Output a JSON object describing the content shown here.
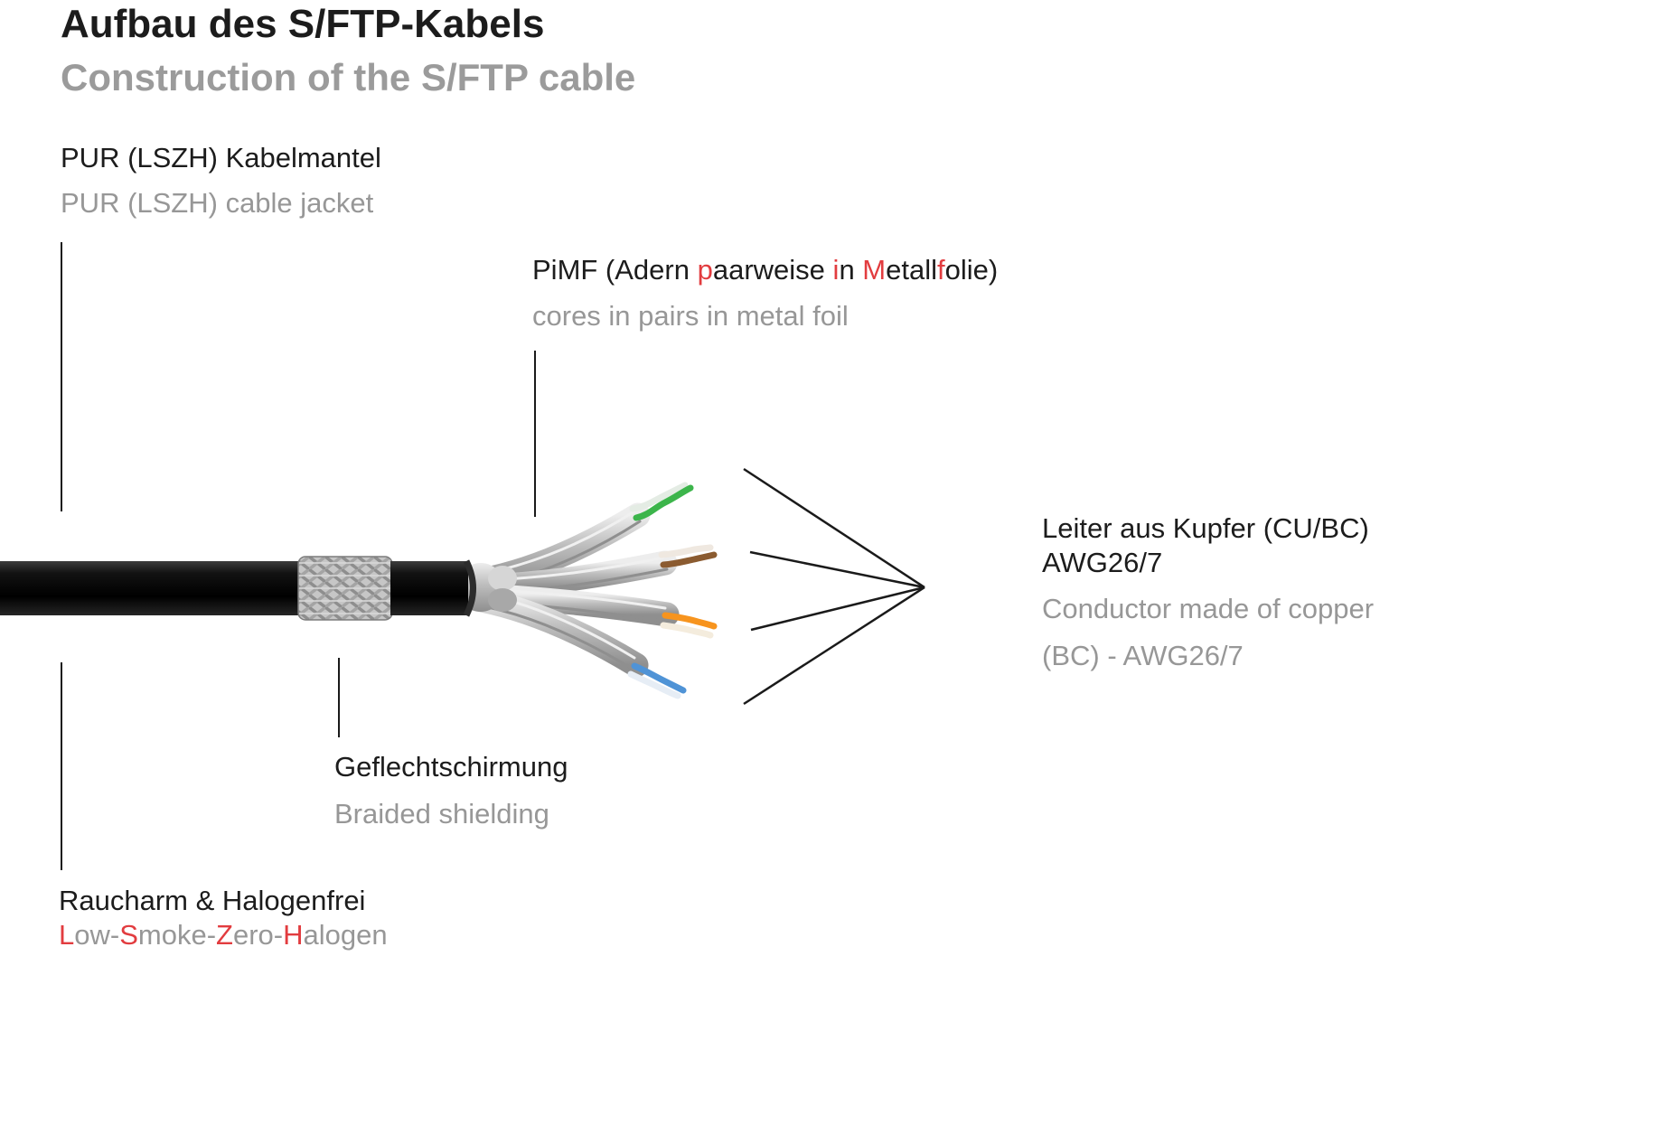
{
  "title_de": "Aufbau des S/FTP-Kabels",
  "title_en": "Construction of the S/FTP cable",
  "labels": {
    "jacket": {
      "de": "PUR (LSZH) Kabelmantel",
      "en": "PUR (LSZH) cable jacket"
    },
    "pimf": {
      "de_segments": [
        {
          "t": "PiMF (Adern "
        },
        {
          "t": "p",
          "red": true
        },
        {
          "t": "aarweise "
        },
        {
          "t": "i",
          "red": true
        },
        {
          "t": "n "
        },
        {
          "t": "M",
          "red": true
        },
        {
          "t": "etall"
        },
        {
          "t": "f",
          "red": true
        },
        {
          "t": "olie)"
        }
      ],
      "en": "cores in pairs in metal foil"
    },
    "conductor": {
      "de_line1": "Leiter aus Kupfer (CU/BC)",
      "de_line2": "AWG26/7",
      "en_line1": "Conductor made of copper",
      "en_line2": "(BC) - AWG26/7"
    },
    "braid": {
      "de": "Geflechtschirmung",
      "en": "Braided shielding"
    },
    "smoke": {
      "de": "Raucharm & Halogenfrei",
      "en_segments": [
        {
          "t": "L",
          "red": true
        },
        {
          "t": "ow-"
        },
        {
          "t": "S",
          "red": true
        },
        {
          "t": "moke-"
        },
        {
          "t": "Z",
          "red": true
        },
        {
          "t": "ero-"
        },
        {
          "t": "H",
          "red": true
        },
        {
          "t": "alogen"
        }
      ]
    }
  },
  "colors": {
    "accent_red": "#e23c3f",
    "text_black": "#1c1c1c",
    "text_gray": "#979797",
    "line_black": "#1a1a1a",
    "wire_green": "#3cb54b",
    "wire_brown": "#8b5b30",
    "wire_orange": "#f7941e",
    "wire_blue": "#4f93d6"
  }
}
